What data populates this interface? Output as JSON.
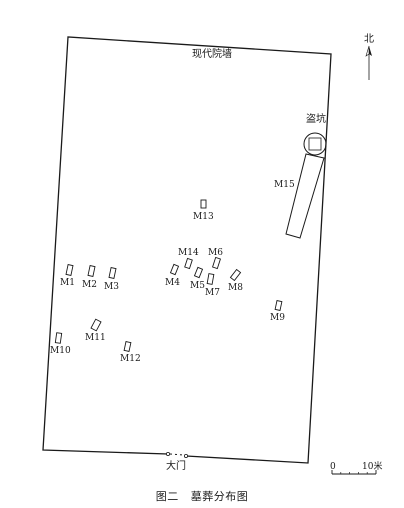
{
  "labels": {
    "north": "北",
    "wall": "现代院墙",
    "pit": "盗坑",
    "gate": "大门",
    "scale_zero": "0",
    "scale_end": "10米"
  },
  "caption": {
    "number": "图二",
    "title": "墓葬分布图"
  },
  "tombs": [
    {
      "id": "M1",
      "label": "M1"
    },
    {
      "id": "M2",
      "label": "M2"
    },
    {
      "id": "M3",
      "label": "M3"
    },
    {
      "id": "M4",
      "label": "M4"
    },
    {
      "id": "M5",
      "label": "M5"
    },
    {
      "id": "M6",
      "label": "M6"
    },
    {
      "id": "M7",
      "label": "M7"
    },
    {
      "id": "M8",
      "label": "M8"
    },
    {
      "id": "M9",
      "label": "M9"
    },
    {
      "id": "M10",
      "label": "M10"
    },
    {
      "id": "M11",
      "label": "M11"
    },
    {
      "id": "M12",
      "label": "M12"
    },
    {
      "id": "M13",
      "label": "M13"
    },
    {
      "id": "M14",
      "label": "M14"
    },
    {
      "id": "M15",
      "label": "M15"
    }
  ]
}
